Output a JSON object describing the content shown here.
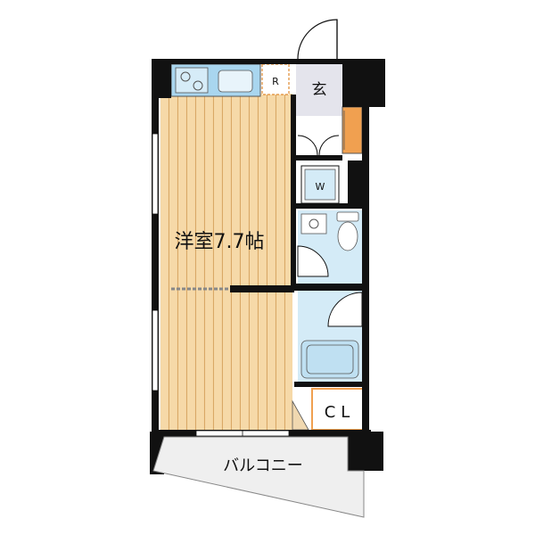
{
  "rooms": {
    "western": {
      "label": "洋室7.7帖"
    },
    "entrance": {
      "label": "玄"
    },
    "fridge": {
      "label": "R"
    },
    "washer": {
      "label": "W"
    },
    "closet": {
      "label": "CL"
    },
    "balcony": {
      "label": "バルコニー"
    }
  },
  "colors": {
    "floor_wood": "#f6d9a8",
    "floor_lines": "#d9a866",
    "wet_area": "#d4ebf7",
    "entrance_floor": "#e4e4ec",
    "wall": "#111111",
    "balcony_floor": "#efefef",
    "closet_accent": "#f0a050"
  }
}
